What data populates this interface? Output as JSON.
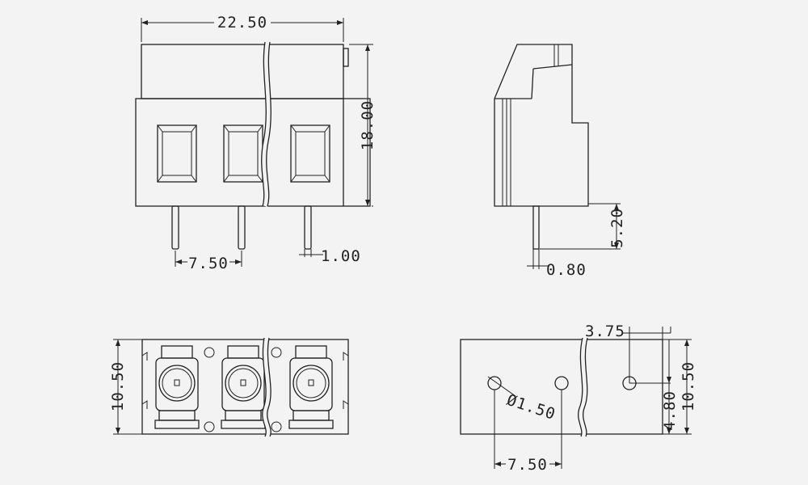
{
  "dimensions": {
    "front_width": "22.50",
    "front_height": "18.00",
    "front_pitch": "7.50",
    "pin_width": "1.00",
    "side_pin_length": "5.20",
    "side_pin_thickness": "0.80",
    "top_depth": "10.50",
    "pcb_offset": "3.75",
    "hole_diameter": "Ø1.50",
    "pcb_row_offset": "4.80",
    "pcb_depth": "10.50",
    "pcb_pitch": "7.50"
  },
  "colors": {
    "background": "#f3f3f3",
    "line": "#222222"
  }
}
